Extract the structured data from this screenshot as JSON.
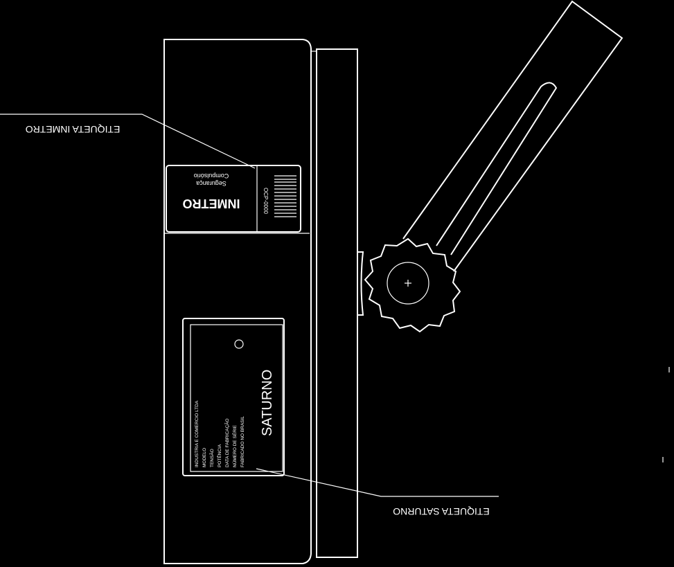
{
  "callouts": {
    "top_label": "ETIQUETA INMETRO",
    "bottom_label": "ETIQUETA SATURNO"
  },
  "inmetro_label": {
    "logo_text": "INMETRO",
    "top_text_1": "Segurança",
    "top_text_2": "Compulsório",
    "code": "OCP-0000"
  },
  "saturno_label": {
    "brand": "SATURNO",
    "line_1": "INDUSTRIA E COMERCIO LTDA",
    "line_2": "MODELO",
    "line_3": "TENSÃO",
    "line_4": "POTÊNCIA",
    "line_5": "DATA DE FABRICAÇÃO",
    "line_6": "NÚMERO DE SÉRIE",
    "line_7": "FABRICADO NO BRASIL"
  },
  "colors": {
    "background": "#000000",
    "stroke": "#ffffff"
  }
}
